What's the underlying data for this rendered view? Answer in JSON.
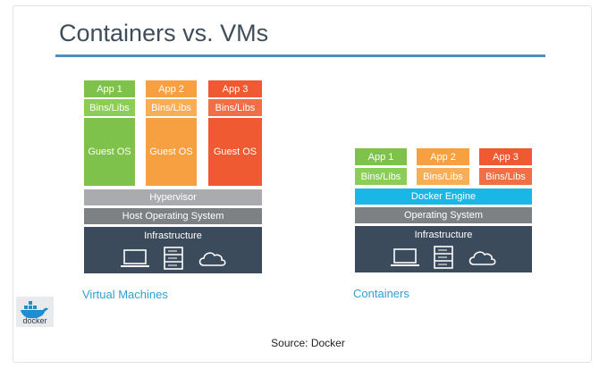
{
  "title": "Containers vs. VMs",
  "vm": {
    "apps": [
      {
        "app": "App 1",
        "bins": "Bins/Libs",
        "os": "Guest OS",
        "color": "green"
      },
      {
        "app": "App 2",
        "bins": "Bins/Libs",
        "os": "Guest OS",
        "color": "orange"
      },
      {
        "app": "App 3",
        "bins": "Bins/Libs",
        "os": "Guest OS",
        "color": "red"
      }
    ],
    "hypervisor": "Hypervisor",
    "host_os": "Host Operating System",
    "infrastructure": "Infrastructure",
    "label": "Virtual Machines"
  },
  "containers": {
    "apps": [
      {
        "app": "App 1",
        "bins": "Bins/Libs",
        "color": "green"
      },
      {
        "app": "App 2",
        "bins": "Bins/Libs",
        "color": "orange"
      },
      {
        "app": "App 3",
        "bins": "Bins/Libs",
        "color": "red"
      }
    ],
    "engine": "Docker Engine",
    "os": "Operating System",
    "infrastructure": "Infrastructure",
    "label": "Containers"
  },
  "logo": {
    "text": "docker",
    "icon": "docker-whale-icon"
  },
  "source": "Source: Docker",
  "colors": {
    "green": "#7ec24b",
    "orange": "#f7a041",
    "red": "#ef5a32",
    "hypervisor": "#a9abae",
    "host_os": "#7e8183",
    "engine": "#19b7e8",
    "infrastructure": "#3b4b5c",
    "label": "#2ea0d8",
    "rule": "#4e8fc0"
  }
}
